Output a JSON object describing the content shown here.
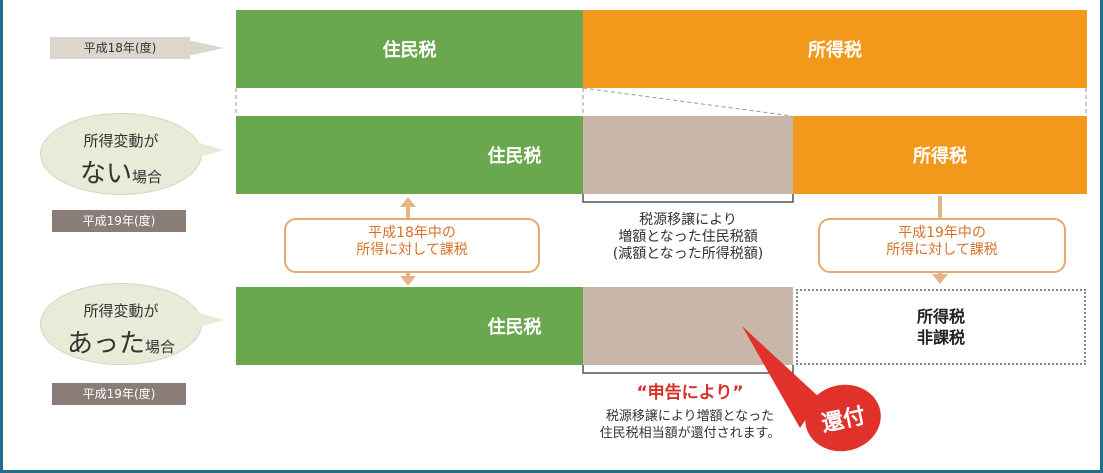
{
  "row1": {
    "label": "平成18年(度)",
    "left": "住民税",
    "right": "所得税"
  },
  "row2": {
    "bubble_top": "所得変動が",
    "bubble_big": "ない",
    "bubble_small": "場合",
    "label": "平成19年(度)",
    "left": "住民税",
    "right": "所得税"
  },
  "row3": {
    "bubble_top": "所得変動が",
    "bubble_big": "あった",
    "bubble_small": "場合",
    "label": "平成19年(度)",
    "left": "住民税",
    "right_line1": "所得税",
    "right_line2": "非課税"
  },
  "notes": {
    "left_line1": "平成18年中の",
    "left_line2": "所得に対して課税",
    "middle_line1": "税源移譲により",
    "middle_line2": "増額となった住民税額",
    "middle_line3": "(減額となった所得税額)",
    "right_line1": "平成19年中の",
    "right_line2": "所得に対して課税"
  },
  "bottom": {
    "headline": "“申告により”",
    "line1": "税源移譲により増額となった",
    "line2": "住民税相当額が還付されます。",
    "badge": "還付"
  },
  "colors": {
    "green": "#6aa84f",
    "orange": "#f2981a",
    "tan": "#c8b6a8",
    "red": "#e0312b",
    "frame": "#1f6e8c"
  }
}
